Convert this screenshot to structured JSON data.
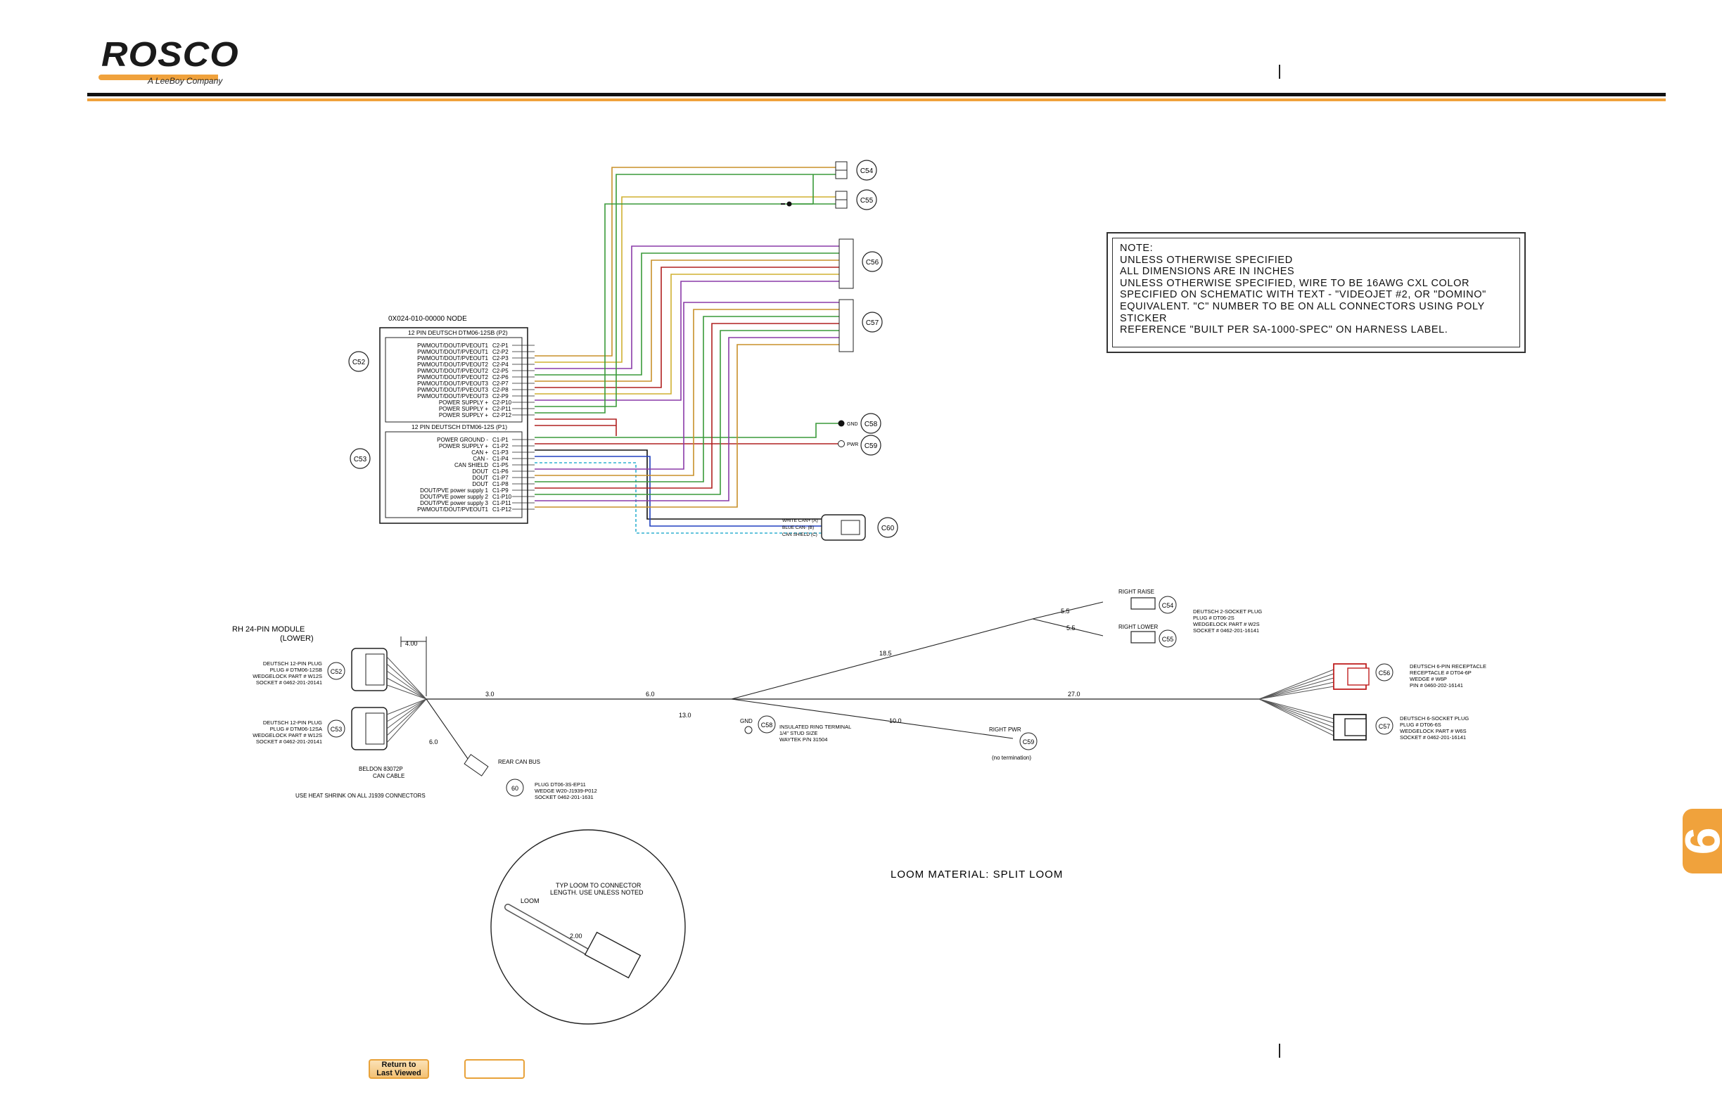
{
  "header": {
    "logo_text": "ROSCO",
    "logo_sub": "A LeeBoy Company"
  },
  "side_tab": {
    "label": "9"
  },
  "buttons": {
    "return_label_1": "Return to",
    "return_label_2": "Last Viewed",
    "blank_label": ""
  },
  "note": {
    "text": "NOTE:\nUNLESS OTHERWISE SPECIFIED\nALL DIMENSIONS ARE IN INCHES\nUNLESS OTHERWISE SPECIFIED, WIRE TO BE 16AWG CXL COLOR\nSPECIFIED ON SCHEMATIC WITH TEXT - \"VIDEOJET #2, OR \"DOMINO\"\nEQUIVALENT. \"C\" NUMBER TO BE ON ALL CONNECTORS USING POLY\nSTICKER\nREFERENCE \"BUILT PER SA-1000-SPEC\" ON HARNESS LABEL."
  },
  "schematic": {
    "node_title": "0X024-010-00000     NODE",
    "p2_header": "12 PIN DEUTSCH DTM06-12SB (P2)",
    "p1_header": "12 PIN DEUTSCH DTM06-12S (P1)",
    "p2_pins": [
      {
        "name": "PWMOUT/DOUT/PVEOUT1",
        "pin": "C2-P1"
      },
      {
        "name": "PWMOUT/DOUT/PVEOUT1",
        "pin": "C2-P2"
      },
      {
        "name": "PWMOUT/DOUT/PVEOUT1",
        "pin": "C2-P3"
      },
      {
        "name": "PWMOUT/DOUT/PVEOUT2",
        "pin": "C2-P4"
      },
      {
        "name": "PWMOUT/DOUT/PVEOUT2",
        "pin": "C2-P5"
      },
      {
        "name": "PWMOUT/DOUT/PVEOUT2",
        "pin": "C2-P6"
      },
      {
        "name": "PWMOUT/DOUT/PVEOUT3",
        "pin": "C2-P7"
      },
      {
        "name": "PWMOUT/DOUT/PVEOUT3",
        "pin": "C2-P8"
      },
      {
        "name": "PWMOUT/DOUT/PVEOUT3",
        "pin": "C2-P9"
      },
      {
        "name": "POWER SUPPLY +",
        "pin": "C2-P10"
      },
      {
        "name": "POWER SUPPLY +",
        "pin": "C2-P11"
      },
      {
        "name": "POWER SUPPLY +",
        "pin": "C2-P12"
      }
    ],
    "p1_pins": [
      {
        "name": "POWER GROUND -",
        "pin": "C1-P1"
      },
      {
        "name": "POWER SUPPLY +",
        "pin": "C1-P2"
      },
      {
        "name": "CAN +",
        "pin": "C1-P3"
      },
      {
        "name": "CAN -",
        "pin": "C1-P4"
      },
      {
        "name": "CAN SHIELD",
        "pin": "C1-P5"
      },
      {
        "name": "DOUT",
        "pin": "C1-P6"
      },
      {
        "name": "DOUT",
        "pin": "C1-P7"
      },
      {
        "name": "DOUT",
        "pin": "C1-P8"
      },
      {
        "name": "DOUT/PVE power supply 1",
        "pin": "C1-P9"
      },
      {
        "name": "DOUT/PVE power supply 2",
        "pin": "C1-P10"
      },
      {
        "name": "DOUT/PVE power supply 3",
        "pin": "C1-P11"
      },
      {
        "name": "PWMOUT/DOUT/PVEOUT1",
        "pin": "C1-P12"
      }
    ],
    "connector_labels": {
      "c52": "C52",
      "c53": "C53",
      "c54": "C54",
      "c55": "C55",
      "c56": "C56",
      "c57": "C57",
      "c58": "C58",
      "c59": "C59",
      "c60": "C60"
    },
    "gnd_label": "GND",
    "pwr_label": "PWR",
    "can_wire_labels": [
      "WHITE CAN+ (A)",
      "BLUE CAN- (B)",
      "CAN SHIELD (C)"
    ]
  },
  "harness": {
    "module_title": "RH 24-PIN MODULE",
    "module_sub": "(LOWER)",
    "dim_400": "4.00",
    "dims": {
      "d30": "3.0",
      "d60": "6.0",
      "d130": "13.0",
      "d185": "18.5",
      "d55a": "5.5",
      "d55b": "5.5",
      "d270": "27.0",
      "d100": "10.0",
      "d60b": "6.0"
    },
    "c52_note": [
      "DEUTSCH 12-PIN PLUG",
      "PLUG # DTM06-12SB",
      "WEDGELOCK PART # W12S",
      "SOCKET # 0462-201-20141"
    ],
    "c53_note": [
      "DEUTSCH 12-PIN PLUG",
      "PLUG # DTM06-12SA",
      "WEDGELOCK PART # W12S",
      "SOCKET # 0462-201-20141"
    ],
    "belden": [
      "BELDON 83072P",
      "CAN CABLE"
    ],
    "heat_shrink": "USE HEAT SHRINK ON ALL J1939 CONNECTORS",
    "rear_can": "REAR CAN BUS",
    "c60_label": "60",
    "c60_note": [
      "PLUG DT06-3S-EP11",
      "WEDGE W20-J1939-P012",
      "SOCKET 0462-201-1631"
    ],
    "gnd_ring": "GND",
    "ring_note": [
      "INSULATED RING TERMINAL",
      "1/4\" STUD SIZE",
      "WAYTEK P/N 31504"
    ],
    "right_pwr": "RIGHT PWR",
    "no_term": "(no termination)",
    "right_raise": "RIGHT RAISE",
    "right_lower": "RIGHT LOWER",
    "c54_c55_note": [
      "DEUTSCH 2-SOCKET PLUG",
      "PLUG # DT06-2S",
      "WEDGELOCK PART # W2S",
      "SOCKET # 0462-201-16141"
    ],
    "c56_note": [
      "DEUTSCH 6-PIN RECEPTACLE",
      "RECEPTACLE # DT04-6P",
      "WEDGE # W6P",
      "PIN # 0460-202-16141"
    ],
    "c57_note": [
      "DEUTSCH 6-SOCKET PLUG",
      "PLUG # DT06-6S",
      "WEDGELOCK PART # W6S",
      "SOCKET # 0462-201-16141"
    ],
    "loom_material": "LOOM MATERIAL: SPLIT LOOM",
    "loom_detail": [
      "TYP LOOM TO CONNECTOR",
      "LENGTH.  USE UNLESS NOTED"
    ],
    "loom_word": "LOOM",
    "loom_dim": "2.00"
  },
  "colors": {
    "accent": "#f0a23c",
    "wire_orange": "#c8902a",
    "wire_green": "#3a9a3a",
    "wire_red": "#b02020",
    "wire_blue": "#2040c0",
    "wire_purple": "#8a3aa8",
    "wire_cyan": "#30b0d0",
    "wire_yellow": "#d0b030"
  }
}
